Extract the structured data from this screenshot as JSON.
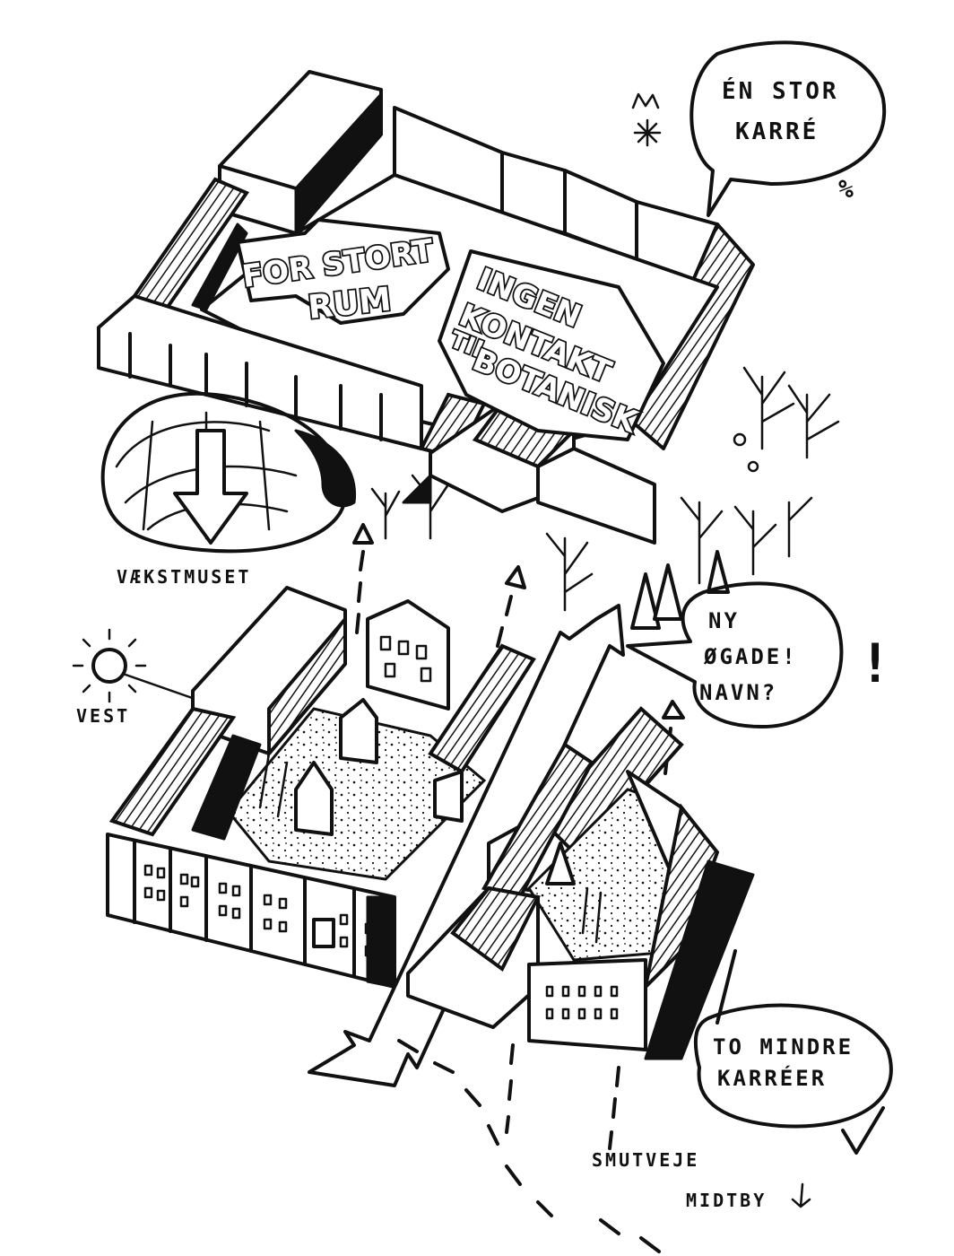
{
  "labels": {
    "bubble_top": [
      "ÉN STOR",
      "KARRÉ"
    ],
    "for_stort": "FOR STORT",
    "rum": "RUM",
    "ingen": "INGEN",
    "kontakt": "KONTAKT",
    "til": "TIL",
    "botanisk": "BOTANISK",
    "vaekstmuset": "VÆKSTMUSET",
    "vest": "VEST",
    "bubble_mid": [
      "NY",
      "ØGADE!",
      "NAVN?"
    ],
    "bubble_bottom": [
      "TO MINDRE",
      "KARRÉER"
    ],
    "smutveje": "SMUTVEJE",
    "midtby": "MIDTBY",
    "percent": "%",
    "exclaim": "!"
  },
  "colors": {
    "ink": "#111111",
    "paper": "#ffffff"
  }
}
